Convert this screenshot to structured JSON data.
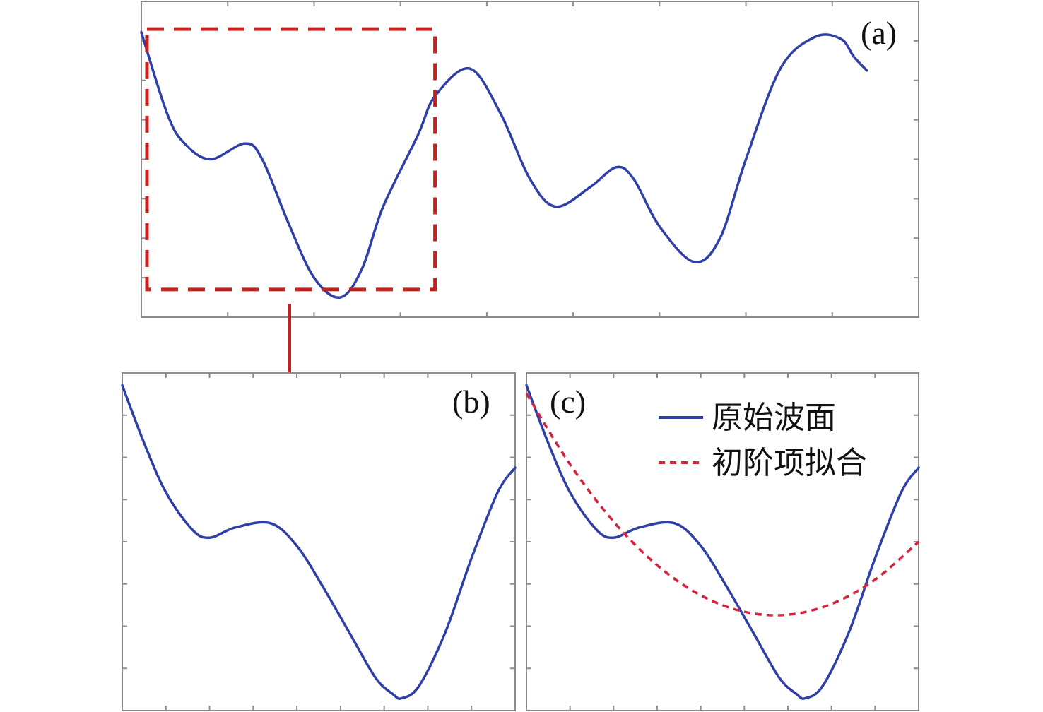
{
  "panels": {
    "a": {
      "label": "(a)"
    },
    "b": {
      "label": "(b)"
    },
    "c": {
      "label": "(c)"
    }
  },
  "legend": {
    "items": [
      {
        "label": "原始波面",
        "style": "solid",
        "color": "#2f3fa8"
      },
      {
        "label": "初阶项拟合",
        "style": "dashed",
        "color": "#d8213a"
      }
    ]
  },
  "colors": {
    "wave": "#2f3fa8",
    "fit": "#d8213a",
    "highlight_box": "#c8201c",
    "frame": "#8c8c8c"
  },
  "chart_data": [
    {
      "panel": "a",
      "type": "line",
      "title": "",
      "xlabel": "",
      "ylabel": "",
      "xlim": [
        0,
        9
      ],
      "ylim": [
        -7,
        1
      ],
      "grid": false,
      "highlight_region": {
        "x": [
          0,
          3.4
        ],
        "y": [
          -6.3,
          0.3
        ],
        "zoomed_into": "b"
      },
      "series": [
        {
          "x": [
            0,
            0.3,
            0.5,
            0.8,
            1.2,
            1.4,
            1.7,
            2.0,
            2.3,
            2.55,
            2.8,
            3.2,
            3.4,
            3.8,
            4.15,
            4.5,
            4.8,
            5.2,
            5.5,
            5.7,
            6.0,
            6.4,
            6.7,
            7.0,
            7.4,
            7.8,
            8.1,
            8.25,
            8.4
          ],
          "y": [
            0.22,
            -1.85,
            -2.6,
            -3.0,
            -2.6,
            -3.0,
            -4.6,
            -6.0,
            -6.5,
            -5.8,
            -4.2,
            -2.4,
            -1.4,
            -0.7,
            -1.8,
            -3.5,
            -4.2,
            -3.7,
            -3.2,
            -3.5,
            -4.7,
            -5.6,
            -5.0,
            -3.0,
            -0.7,
            0.1,
            0.05,
            -0.4,
            -0.75
          ]
        }
      ]
    },
    {
      "panel": "b",
      "type": "line",
      "title": "",
      "xlabel": "",
      "ylabel": "",
      "xlim": [
        0,
        4.5
      ],
      "ylim": [
        -7.5,
        0.7
      ],
      "grid": false,
      "series": [
        {
          "x": [
            0,
            0.25,
            0.5,
            0.8,
            1.0,
            1.3,
            1.7,
            2.0,
            2.3,
            2.6,
            2.9,
            3.1,
            3.2,
            3.4,
            3.7,
            4.0,
            4.3,
            4.5
          ],
          "y": [
            0.4,
            -1.0,
            -2.2,
            -3.1,
            -3.3,
            -3.05,
            -2.95,
            -3.5,
            -4.5,
            -5.6,
            -6.7,
            -7.1,
            -7.2,
            -6.9,
            -5.6,
            -3.8,
            -2.2,
            -1.6
          ]
        }
      ]
    },
    {
      "panel": "c",
      "type": "line",
      "title": "",
      "xlabel": "",
      "ylabel": "",
      "xlim": [
        0,
        4.5
      ],
      "ylim": [
        -7.5,
        0.7
      ],
      "grid": false,
      "series": [
        {
          "x": [
            0,
            0.25,
            0.5,
            0.8,
            1.0,
            1.3,
            1.7,
            2.0,
            2.3,
            2.6,
            2.9,
            3.1,
            3.2,
            3.4,
            3.7,
            4.0,
            4.3,
            4.5
          ],
          "y": [
            0.4,
            -1.0,
            -2.2,
            -3.1,
            -3.3,
            -3.05,
            -2.95,
            -3.5,
            -4.5,
            -5.6,
            -6.7,
            -7.1,
            -7.2,
            -6.9,
            -5.6,
            -3.8,
            -2.2,
            -1.6
          ]
        },
        {
          "x": [
            0,
            0.5,
            1.0,
            1.5,
            2.0,
            2.5,
            3.0,
            3.5,
            4.0,
            4.5
          ],
          "y": [
            0.2,
            -1.52,
            -2.91,
            -3.97,
            -4.7,
            -5.1,
            -5.17,
            -4.91,
            -4.32,
            -3.4
          ]
        }
      ]
    }
  ]
}
